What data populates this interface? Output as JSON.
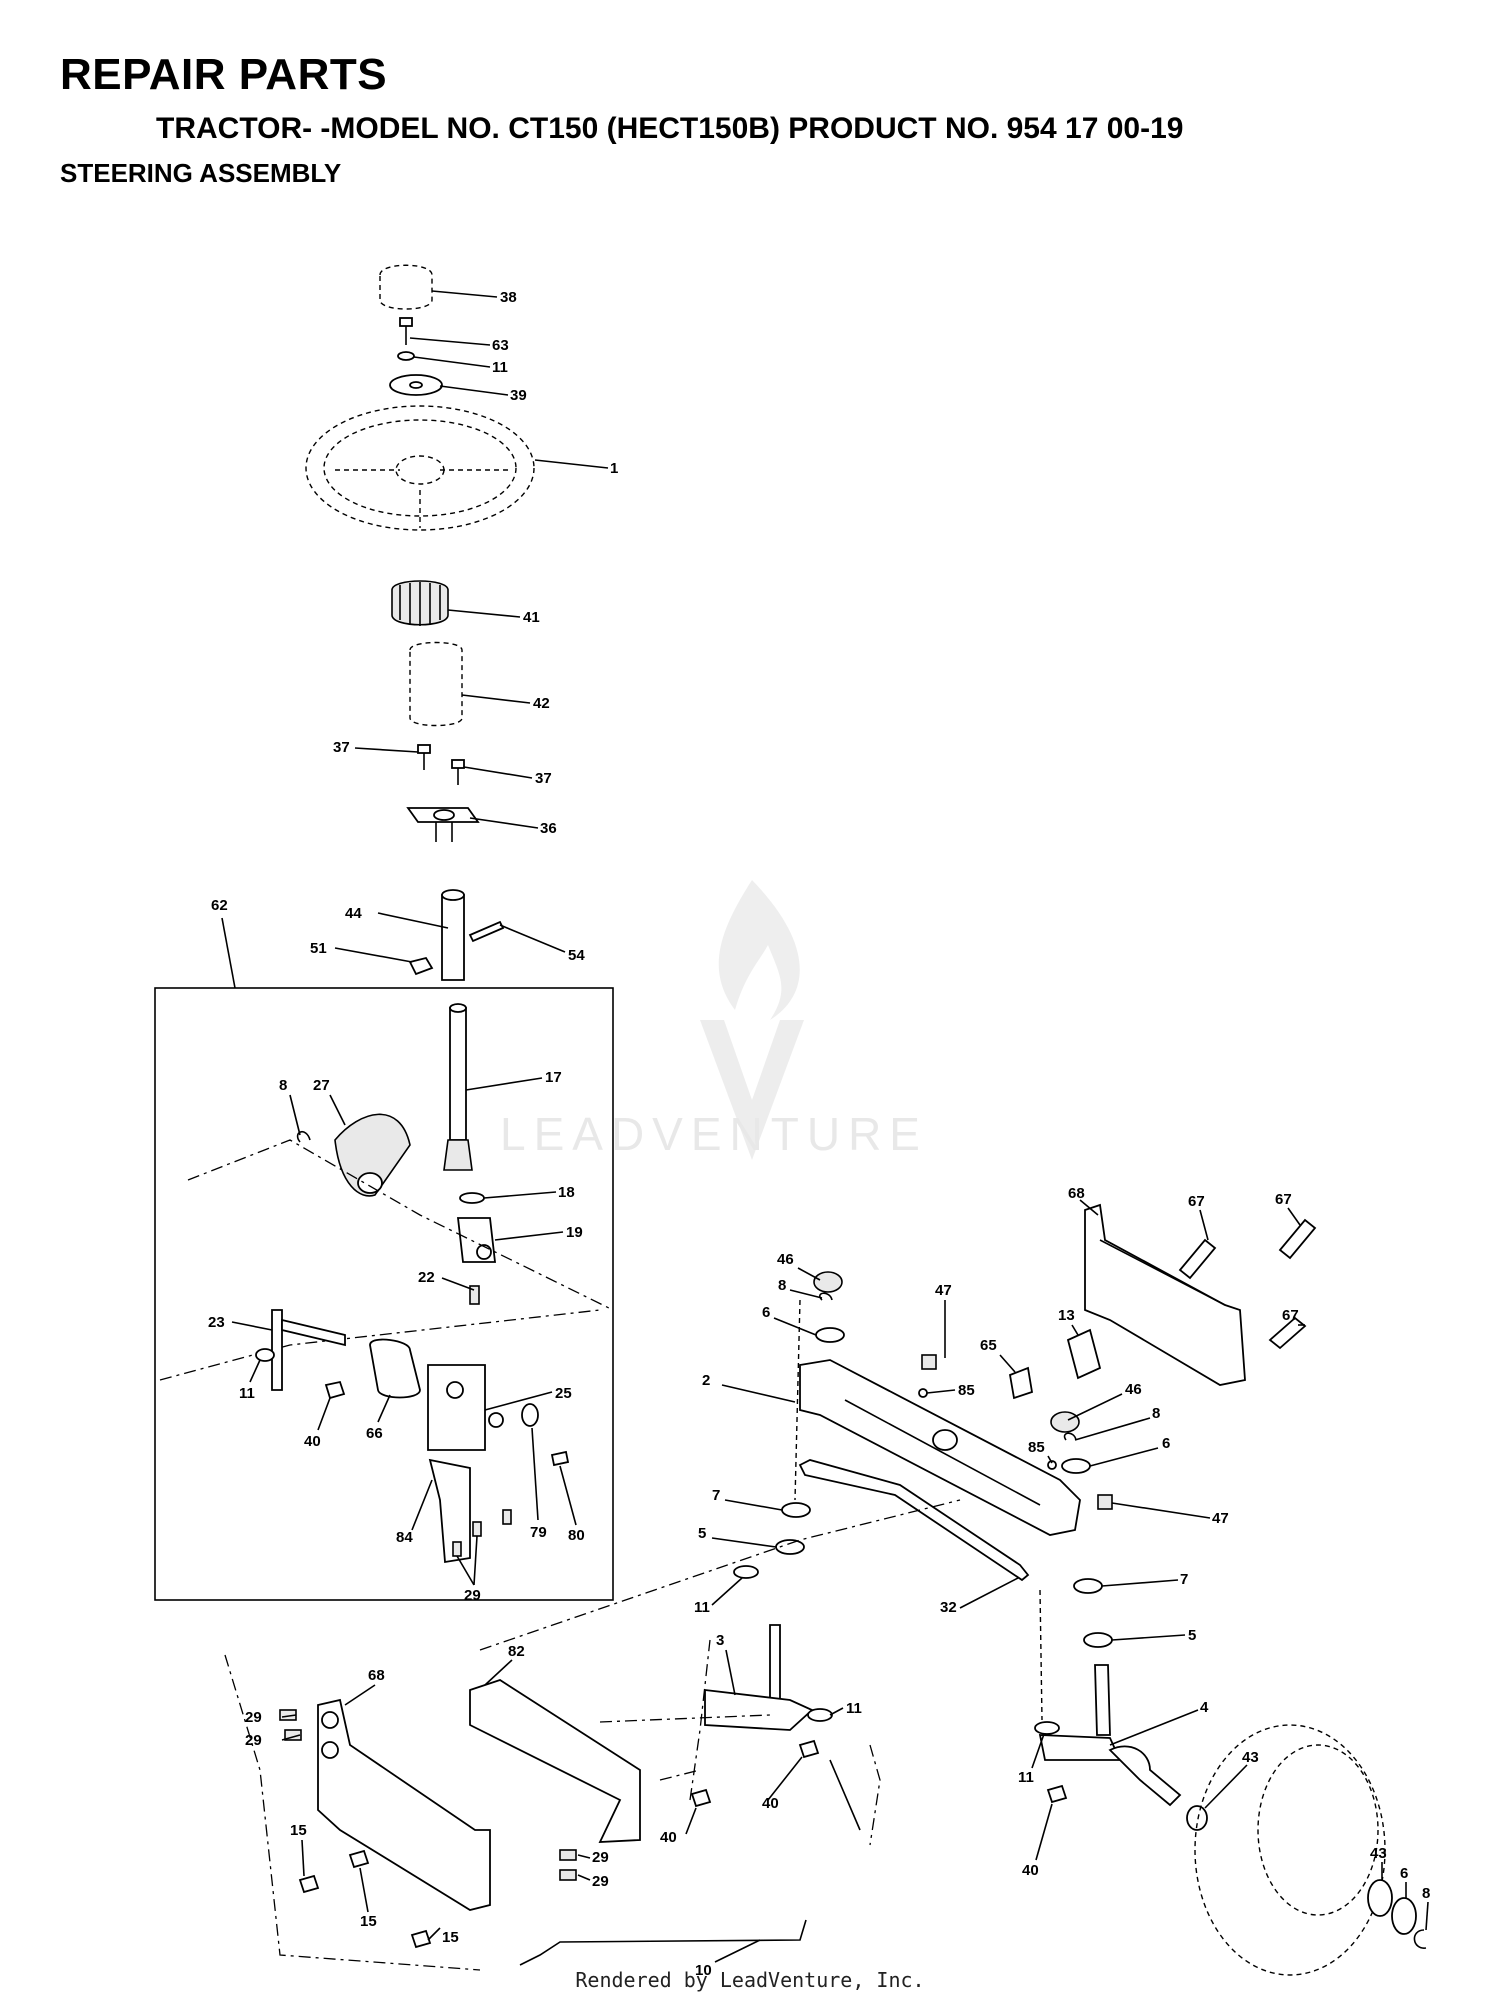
{
  "header": {
    "title": "REPAIR PARTS",
    "model_line": "TRACTOR- -MODEL NO. CT150 (HECT150B) PRODUCT NO. 954 17 00-19",
    "section": "STEERING ASSEMBLY"
  },
  "watermark": {
    "text": "LEADVENTURE"
  },
  "footer": {
    "text": "Rendered by LeadVenture, Inc."
  },
  "callouts": [
    {
      "id": "c38a",
      "label": "38"
    },
    {
      "id": "c63",
      "label": "63"
    },
    {
      "id": "c11a",
      "label": "11"
    },
    {
      "id": "c39",
      "label": "39"
    },
    {
      "id": "c1",
      "label": "1"
    },
    {
      "id": "c41",
      "label": "41"
    },
    {
      "id": "c42",
      "label": "42"
    },
    {
      "id": "c37a",
      "label": "37"
    },
    {
      "id": "c37b",
      "label": "37"
    },
    {
      "id": "c36",
      "label": "36"
    },
    {
      "id": "c62",
      "label": "62"
    },
    {
      "id": "c44",
      "label": "44"
    },
    {
      "id": "c51",
      "label": "51"
    },
    {
      "id": "c54",
      "label": "54"
    },
    {
      "id": "c17",
      "label": "17"
    },
    {
      "id": "c8a",
      "label": "8"
    },
    {
      "id": "c27",
      "label": "27"
    },
    {
      "id": "c18",
      "label": "18"
    },
    {
      "id": "c19",
      "label": "19"
    },
    {
      "id": "c22",
      "label": "22"
    },
    {
      "id": "c23",
      "label": "23"
    },
    {
      "id": "c11b",
      "label": "11"
    },
    {
      "id": "c40a",
      "label": "40"
    },
    {
      "id": "c66",
      "label": "66"
    },
    {
      "id": "c25",
      "label": "25"
    },
    {
      "id": "c84",
      "label": "84"
    },
    {
      "id": "c79",
      "label": "79"
    },
    {
      "id": "c80",
      "label": "80"
    },
    {
      "id": "c29a",
      "label": "29"
    },
    {
      "id": "c68a",
      "label": "68"
    },
    {
      "id": "c67a",
      "label": "67"
    },
    {
      "id": "c67b",
      "label": "67"
    },
    {
      "id": "c67c",
      "label": "67"
    },
    {
      "id": "c46a",
      "label": "46"
    },
    {
      "id": "c8b",
      "label": "8"
    },
    {
      "id": "c6a",
      "label": "6"
    },
    {
      "id": "c47a",
      "label": "47"
    },
    {
      "id": "c13",
      "label": "13"
    },
    {
      "id": "c65",
      "label": "65"
    },
    {
      "id": "c2",
      "label": "2"
    },
    {
      "id": "c85a",
      "label": "85"
    },
    {
      "id": "c46b",
      "label": "46"
    },
    {
      "id": "c8c",
      "label": "8"
    },
    {
      "id": "c6b",
      "label": "6"
    },
    {
      "id": "c85b",
      "label": "85"
    },
    {
      "id": "c47b",
      "label": "47"
    },
    {
      "id": "c7a",
      "label": "7"
    },
    {
      "id": "c5a",
      "label": "5"
    },
    {
      "id": "c11c",
      "label": "11"
    },
    {
      "id": "c32",
      "label": "32"
    },
    {
      "id": "c7b",
      "label": "7"
    },
    {
      "id": "c5b",
      "label": "5"
    },
    {
      "id": "c82",
      "label": "82"
    },
    {
      "id": "c3",
      "label": "3"
    },
    {
      "id": "c11d",
      "label": "11"
    },
    {
      "id": "c68b",
      "label": "68"
    },
    {
      "id": "c29b",
      "label": "29"
    },
    {
      "id": "c29c",
      "label": "29"
    },
    {
      "id": "c40b",
      "label": "40"
    },
    {
      "id": "c40c",
      "label": "40"
    },
    {
      "id": "c4",
      "label": "4"
    },
    {
      "id": "c43a",
      "label": "43"
    },
    {
      "id": "c11e",
      "label": "11"
    },
    {
      "id": "c40d",
      "label": "40"
    },
    {
      "id": "c15a",
      "label": "15"
    },
    {
      "id": "c15b",
      "label": "15"
    },
    {
      "id": "c29d",
      "label": "29"
    },
    {
      "id": "c29e",
      "label": "29"
    },
    {
      "id": "c15c",
      "label": "15"
    },
    {
      "id": "c10",
      "label": "10"
    },
    {
      "id": "c43b",
      "label": "43"
    },
    {
      "id": "c6c",
      "label": "6"
    },
    {
      "id": "c8d",
      "label": "8"
    }
  ]
}
